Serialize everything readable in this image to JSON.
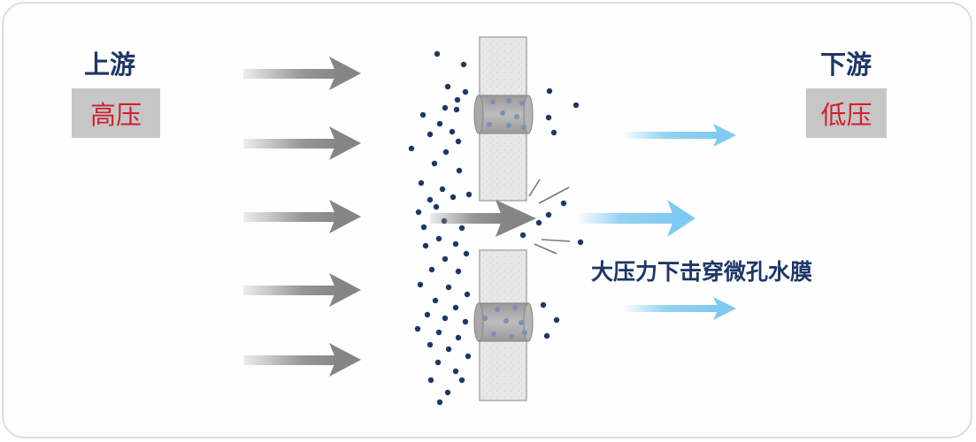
{
  "upstream": {
    "title": "上游",
    "pressure": "高压"
  },
  "downstream": {
    "title": "下游",
    "pressure": "低压"
  },
  "caption": "大压力下击穿微孔水膜",
  "colors": {
    "navy_text": "#1e3768",
    "pressure_red": "#d0202f",
    "badge_gray": "#c6c6c6",
    "gray_arrow": "#8a8a8a",
    "water_arrow": "#7fcaf0",
    "particle": "#1e3768",
    "membrane": "#e6e6e6"
  },
  "icons": {
    "upstream_arrows": "gray-arrow-icon",
    "downstream_arrows": "blue-arrow-icon",
    "pore_plug": "water-film-icon",
    "breakthrough": "burst-lines-icon"
  }
}
